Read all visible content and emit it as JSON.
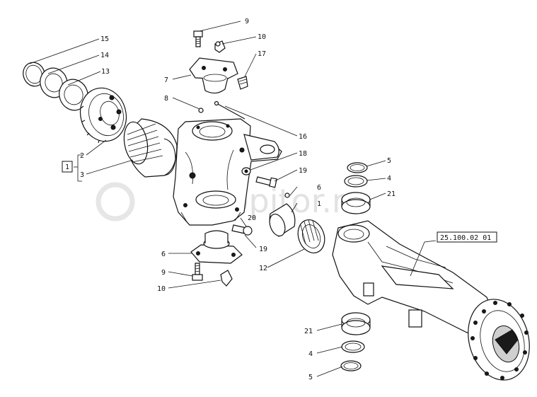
{
  "labels": {
    "l15": "15",
    "l14": "14",
    "l13": "13",
    "l9a": "9",
    "l10a": "10",
    "l17": "17",
    "l7": "7",
    "l8": "8",
    "l16": "16",
    "l18": "18",
    "l19a": "19",
    "l6a": "6",
    "l1a": "1",
    "l2": "2",
    "l3": "3",
    "l1box": "1",
    "l20": "20",
    "l19b": "19",
    "l12": "12",
    "l6b": "6",
    "l9b": "9",
    "l10b": "10",
    "l5a": "5",
    "l4a": "4",
    "l21a": "21",
    "l21b": "21",
    "l4b": "4",
    "l5b": "5",
    "ref": "25.100.02 01"
  },
  "watermark": {
    "text": "autopitor.ru"
  }
}
